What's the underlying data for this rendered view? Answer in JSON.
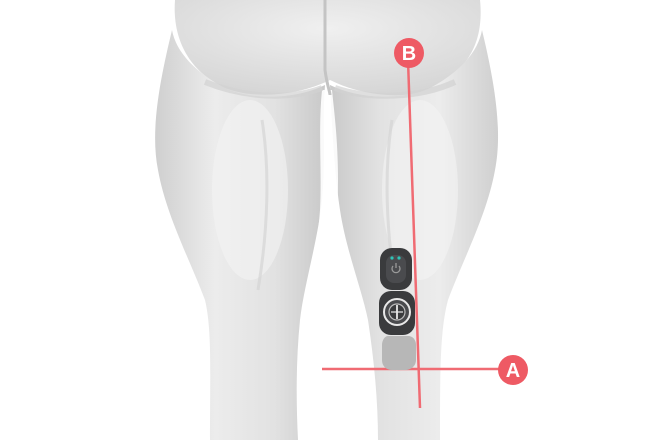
{
  "colors": {
    "background": "#ffffff",
    "skin": "#e6e6e6",
    "skin_shadow": "#cfcfcf",
    "skin_highlight": "#f2f2f2",
    "guide_line": "#f06b73",
    "marker": "#ee5a64",
    "marker_text": "#ffffff",
    "device_body": "#3a3b3d",
    "device_face": "#4a4b4e",
    "device_accent": "#2ec4b6",
    "electrode_pad": "#b7b7b7"
  },
  "markers": {
    "a": {
      "label": "A",
      "icon": "circle-badge"
    },
    "b": {
      "label": "B",
      "icon": "circle-badge"
    }
  },
  "device": {
    "icon": "ems-stimulator-device",
    "power_button_icon": "power-icon",
    "dial_icon": "mode-dial-icon"
  }
}
